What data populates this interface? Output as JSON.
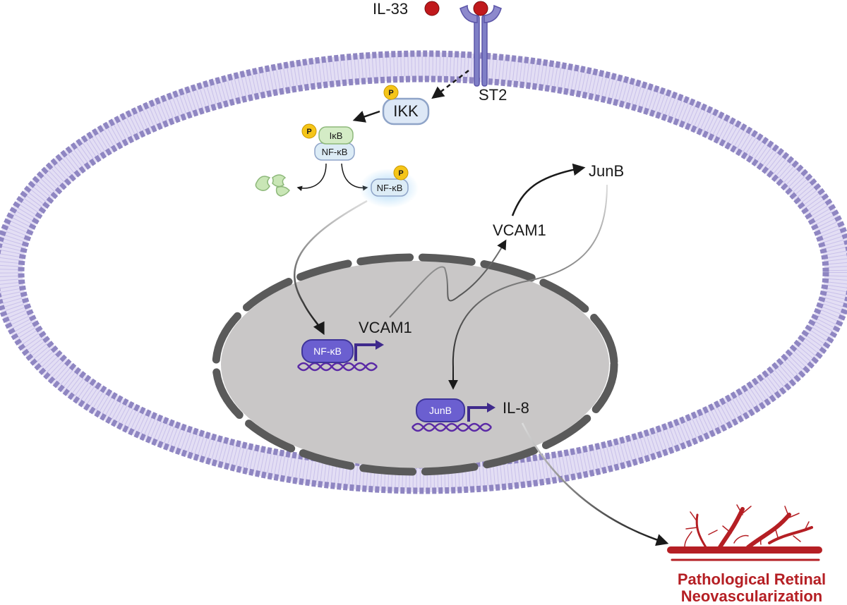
{
  "labels": {
    "il33": "IL-33",
    "st2": "ST2",
    "ikk": "IKK",
    "ikb": "IκB",
    "nfkb_complex": "NF-κB",
    "nfkb_active": "NF-κB",
    "nfkb_nuclear": "NF-κB",
    "vcam1_gene": "VCAM1",
    "vcam1_protein": "VCAM1",
    "junb_protein": "JunB",
    "junb_nuclear": "JunB",
    "il8_gene": "IL-8",
    "phospho": "P"
  },
  "outcome": {
    "line1": "Pathological Retinal",
    "line2": "Neovascularization"
  },
  "colors": {
    "membrane": "#8f86c2",
    "nucleus_fill": "#c9c7c7",
    "nuclear_envelope": "#5a5a5a",
    "receptor": "#7f7fc6",
    "ligand": "#c0191c",
    "ikk_fill": "#dde8f6",
    "ikb_fill": "#d4ecc6",
    "nfkb_fill": "#dcecf6",
    "tf_box": "#6b5fd0",
    "dna": "#5b2aa6",
    "phospho": "#f5c518",
    "vessel": "#b51f24",
    "outcome_text": "#b51f24"
  },
  "icons": {
    "degraded_ikb": "proteasome-fragments-icon",
    "receptor": "st2-receptor-icon",
    "ligand": "il33-ligand-icon",
    "vessel": "retinal-vessel-icon"
  }
}
